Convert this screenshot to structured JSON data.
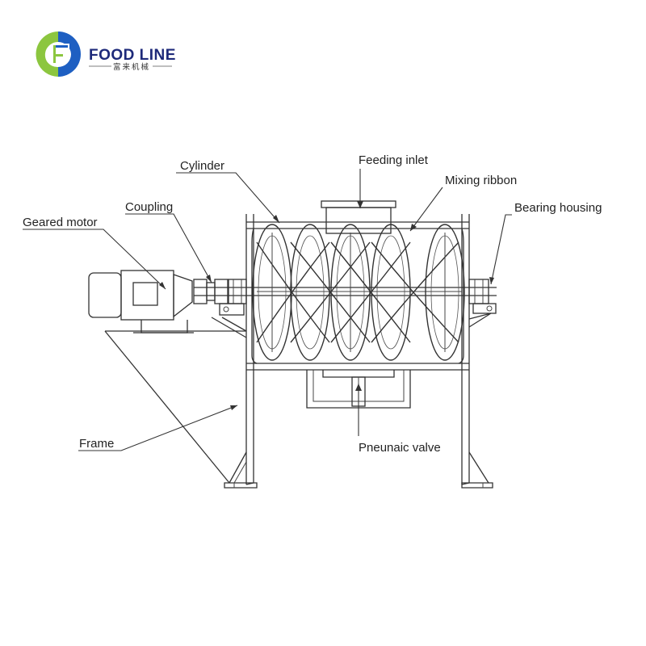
{
  "brand": {
    "name": "FOOD LINE",
    "subtitle": "富来机械",
    "colors": {
      "green": "#8cc63f",
      "blue": "#1e5fc2",
      "navy": "#1e2a7a"
    },
    "logo_icon": "food-line-logo"
  },
  "labels": {
    "cylinder": "Cylinder",
    "feeding_inlet": "Feeding inlet",
    "mixing_ribbon": "Mixing ribbon",
    "coupling": "Coupling",
    "geared_motor": "Geared motor",
    "bearing_housing": "Bearing housing",
    "frame": "Frame",
    "pneumatic_valve": "Pneunaic valve"
  }
}
